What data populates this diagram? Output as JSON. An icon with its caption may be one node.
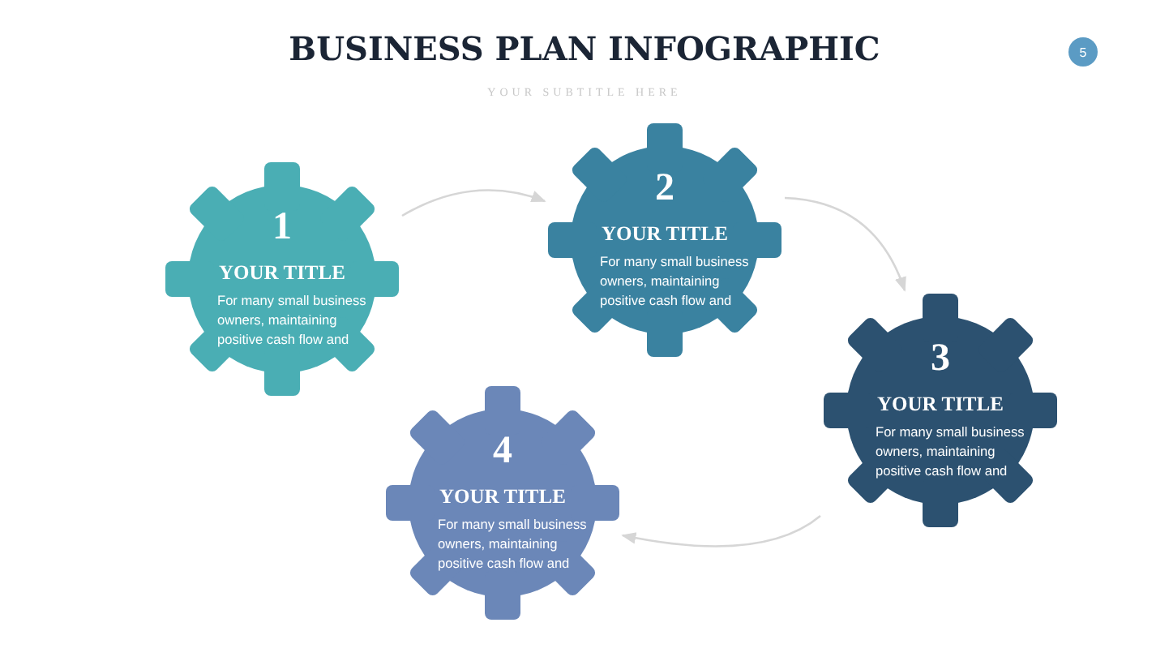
{
  "diagram": {
    "title": "BUSINESS PLAN INFOGRAPHIC",
    "nodes": [
      {
        "text": [
          "1",
          "YOUR TITLE",
          "For many small business owners, maintaining positive cash flow and"
        ]
      },
      {
        "text": [
          "2",
          "YOUR TITLE",
          "For many small business owners, maintaining positive cash flow and"
        ]
      },
      {
        "text": [
          "3",
          "YOUR TITLE",
          "For many small business owners, maintaining positive cash flow and"
        ]
      },
      {
        "text": [
          "4",
          "YOUR TITLE",
          "For many small business owners, maintaining positive cash flow and"
        ]
      }
    ],
    "edges": [
      {
        "from": 0,
        "to": 1,
        "arrow": "to"
      },
      {
        "from": 1,
        "to": 2,
        "arrow": "to"
      },
      {
        "from": 2,
        "to": 3,
        "arrow": "to"
      }
    ],
    "labels": [
      "YOUR SUBTITLE HERE",
      "5"
    ]
  }
}
